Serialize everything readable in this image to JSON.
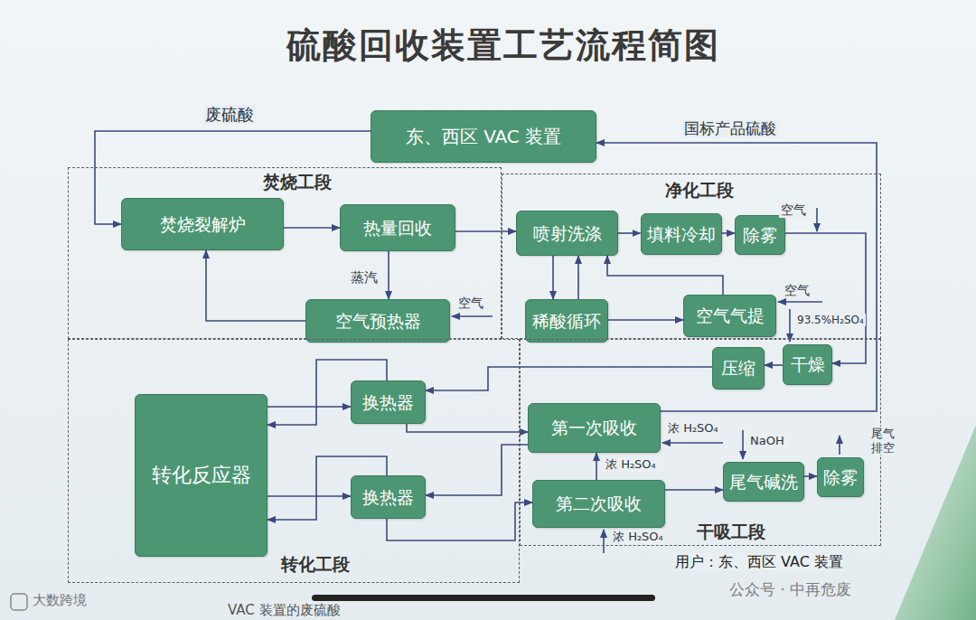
{
  "diagram": {
    "title": "硫酸回收装置工艺流程简图",
    "nodes": [
      {
        "text": [
          "东、西区 VAC 装置"
        ]
      },
      {
        "text": [
          "焚烧工段"
        ]
      },
      {
        "text": [
          "焚烧裂解炉"
        ],
        "in": 1
      },
      {
        "text": [
          "热量回收"
        ],
        "in": 1
      },
      {
        "text": [
          "空气预热器"
        ],
        "in": 1
      },
      {
        "text": [
          "净化工段"
        ]
      },
      {
        "text": [
          "喷射洗涤"
        ],
        "in": 5
      },
      {
        "text": [
          "填料冷却"
        ],
        "in": 5
      },
      {
        "text": [
          "除雾"
        ],
        "in": 5
      },
      {
        "text": [
          "稀酸循环"
        ],
        "in": 5
      },
      {
        "text": [
          "空气气提"
        ],
        "in": 5
      },
      {
        "text": [
          "转化工段"
        ]
      },
      {
        "text": [
          "转化反应器"
        ],
        "in": 11
      },
      {
        "text": [
          "换热器"
        ],
        "in": 11
      },
      {
        "text": [
          "换热器"
        ],
        "in": 11
      },
      {
        "text": [
          "干吸工段"
        ]
      },
      {
        "text": [
          "干燥"
        ],
        "in": 15
      },
      {
        "text": [
          "压缩"
        ],
        "in": 15
      },
      {
        "text": [
          "第一次吸收"
        ],
        "in": 15
      },
      {
        "text": [
          "第二次吸收"
        ],
        "in": 15
      },
      {
        "text": [
          "尾气碱洗"
        ],
        "in": 15
      },
      {
        "text": [
          "除雾"
        ],
        "in": 15
      }
    ],
    "edges": [
      {
        "from": 0,
        "to": 2,
        "arrow": "to",
        "label": "废硫酸"
      },
      {
        "from": 2,
        "to": 3,
        "arrow": "to"
      },
      {
        "from": 3,
        "to": 4,
        "arrow": "to",
        "label": "蒸汽"
      },
      {
        "from": 4,
        "to": 2,
        "arrow": "to"
      },
      {
        "from": 3,
        "to": 6,
        "arrow": "to"
      },
      {
        "from": 6,
        "to": 7,
        "arrow": "to"
      },
      {
        "from": 7,
        "to": 8,
        "arrow": "to"
      },
      {
        "from": 6,
        "to": 9,
        "arrow": "to"
      },
      {
        "from": 9,
        "to": 6,
        "arrow": "to"
      },
      {
        "from": 9,
        "to": 10,
        "arrow": "to"
      },
      {
        "from": 10,
        "to": 6,
        "arrow": "to"
      },
      {
        "from": 8,
        "to": 16,
        "arrow": "to"
      },
      {
        "from": 16,
        "to": 17,
        "arrow": "to"
      },
      {
        "from": 17,
        "to": 13,
        "arrow": "to"
      },
      {
        "from": 13,
        "to": 12,
        "arrow": "to"
      },
      {
        "from": 12,
        "to": 13,
        "arrow": "to"
      },
      {
        "from": 13,
        "to": 18,
        "arrow": "to"
      },
      {
        "from": 18,
        "to": 14,
        "arrow": "to"
      },
      {
        "from": 14,
        "to": 12,
        "arrow": "to"
      },
      {
        "from": 12,
        "to": 14,
        "arrow": "to"
      },
      {
        "from": 14,
        "to": 19,
        "arrow": "to"
      },
      {
        "from": 19,
        "to": 18,
        "arrow": "to",
        "label": "浓 H₂SO₄"
      },
      {
        "from": 19,
        "to": 20,
        "arrow": "to"
      },
      {
        "from": 20,
        "to": 21,
        "arrow": "to"
      },
      {
        "from": 18,
        "to": 0,
        "arrow": "to",
        "label": "国标产品硫酸"
      }
    ],
    "labels": [
      "空气",
      "空气",
      "空气",
      "93.5%H₂SO₄",
      "浓 H₂SO₄",
      "NaOH",
      "浓 H₂SO₄",
      "尾气排空",
      "用户：东、西区 VAC 装置",
      "公众号 · 中再危废",
      "大数跨境",
      "VAC 装置的废硫酸"
    ]
  }
}
